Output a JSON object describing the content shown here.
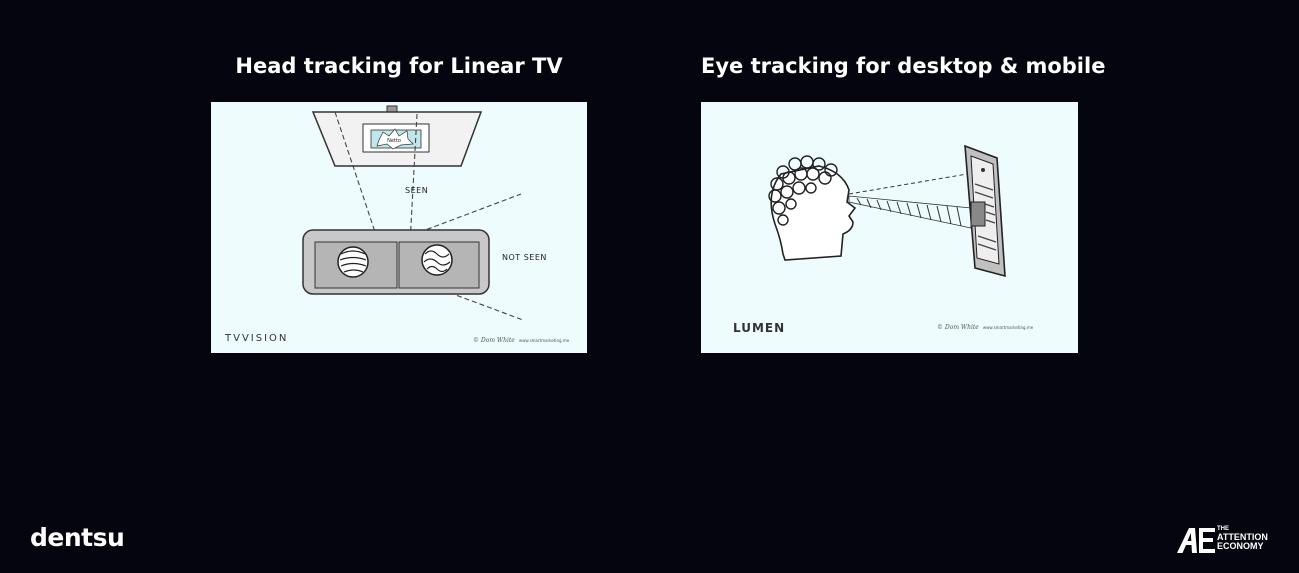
{
  "slide": {
    "left_panel": {
      "title": "Head tracking for Linear TV",
      "label_seen": "SEEN",
      "label_not_seen": "NOT SEEN",
      "tv_screen_text": "Netto",
      "logo": "TVVISION",
      "credit": "© Dom White",
      "credit_site": "www.smartmarketing.me"
    },
    "right_panel": {
      "title": "Eye tracking for desktop & mobile",
      "logo": "LUMEN",
      "credit": "© Dom White",
      "credit_site": "www.smartmarketing.me"
    },
    "footer": {
      "brand": "dentsu",
      "partner_logo_line1": "THE",
      "partner_logo_line2": "ATTENTION",
      "partner_logo_line3": "ECONOMY"
    }
  }
}
